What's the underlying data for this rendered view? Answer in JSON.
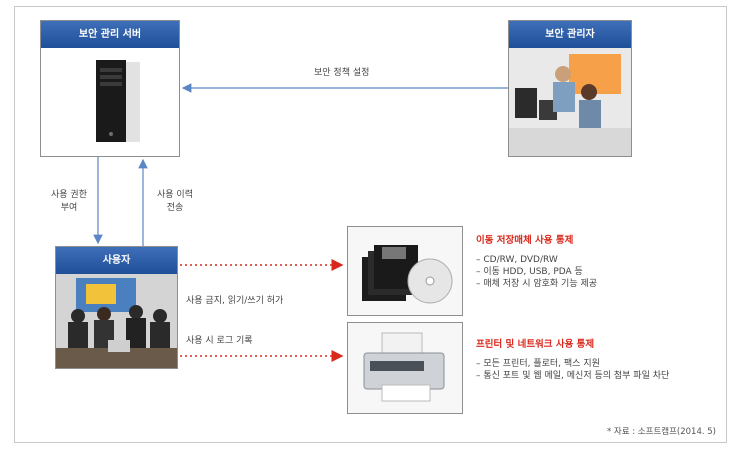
{
  "server": {
    "title": "보안 관리 서버"
  },
  "admin": {
    "title": "보안 관리자"
  },
  "user": {
    "title": "사용자"
  },
  "policy_label": "보안 정책 설정",
  "grant_label": [
    "사용 권한",
    "부여"
  ],
  "history_label": [
    "사용 이력",
    "전송"
  ],
  "usage_ban_label": "사용 금지, 읽기/쓰기 허가",
  "usage_log_label": "사용 시 로그 기록",
  "removable": {
    "title": "이동 저장매체 사용 통제",
    "items": [
      "– CD/RW, DVD/RW",
      "– 이동 HDD, USB, PDA 등",
      "– 매체 저장 시 암호화 기능 제공"
    ]
  },
  "network": {
    "title": "프린터 및 네트워크 사용 통제",
    "items": [
      "– 모든 프린터, 플로터, 팩스 지원",
      "– 통신 포트 및 웹 메일, 메신저 등의 첨부 파일 차단"
    ]
  },
  "source": "* 자료 : 소프트캠프(2014. 5)",
  "colors": {
    "header_blue": "#2a5aa6",
    "arrow_blue": "#5b86c5",
    "dotted_red": "#d9291c"
  }
}
